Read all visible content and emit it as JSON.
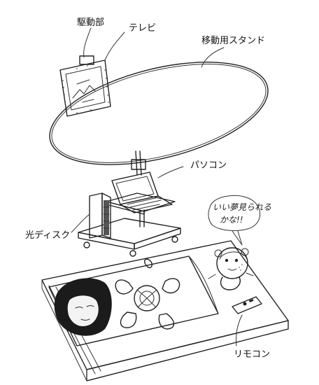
{
  "labels": {
    "drive": "駆動部",
    "tv": "テレビ",
    "stand": "移動用スタンド",
    "pc": "パソコン",
    "disc": "光ディスク",
    "remote": "リモコン"
  },
  "speech": {
    "line1": "いい夢見られる",
    "line2": "かな!!"
  }
}
